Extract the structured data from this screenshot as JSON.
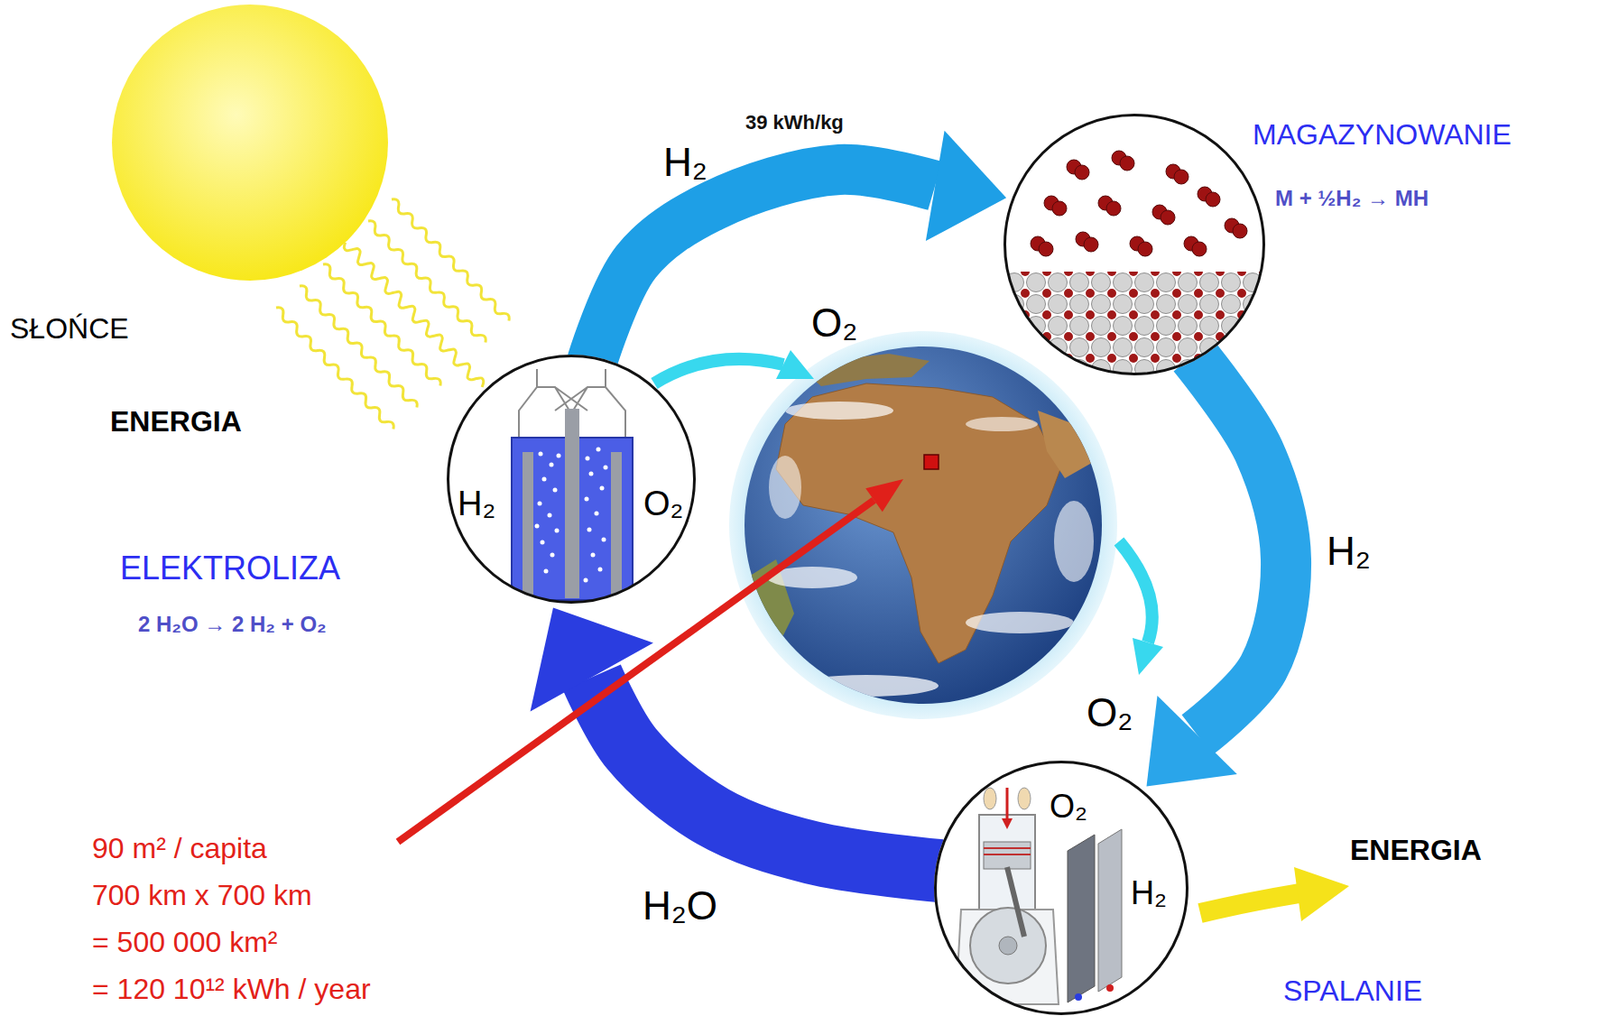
{
  "diagram": {
    "nodes": [
      {
        "text": [
          "SŁOŃCE"
        ]
      },
      {
        "text": [
          "H₂",
          "O₂",
          "ELEKTROLIZA",
          "2 H₂O → 2 H₂ + O₂"
        ]
      },
      {
        "text": [
          "MAGAZYNOWANIE",
          "M + ½H₂ → MH"
        ]
      },
      {
        "text": [
          "O₂",
          "H₂",
          "SPALANIE"
        ]
      }
    ],
    "edges": [
      {
        "from": 0,
        "to": 1,
        "arrow": "none"
      },
      {
        "from": 1,
        "to": 2,
        "label": "H₂",
        "arrow": "to"
      },
      {
        "from": 2,
        "to": 3,
        "label": "H₂",
        "arrow": "to"
      },
      {
        "from": 3,
        "to": 1,
        "label": "H₂O",
        "arrow": "to"
      }
    ],
    "labels": [
      "ENERGIA",
      "39 kWh/kg",
      "O₂",
      "O₂",
      "90 m² / capita",
      "700 km x 700 km",
      "= 500 000 km²",
      "= 120 10¹² kWh / year",
      "ENERGIA"
    ]
  }
}
